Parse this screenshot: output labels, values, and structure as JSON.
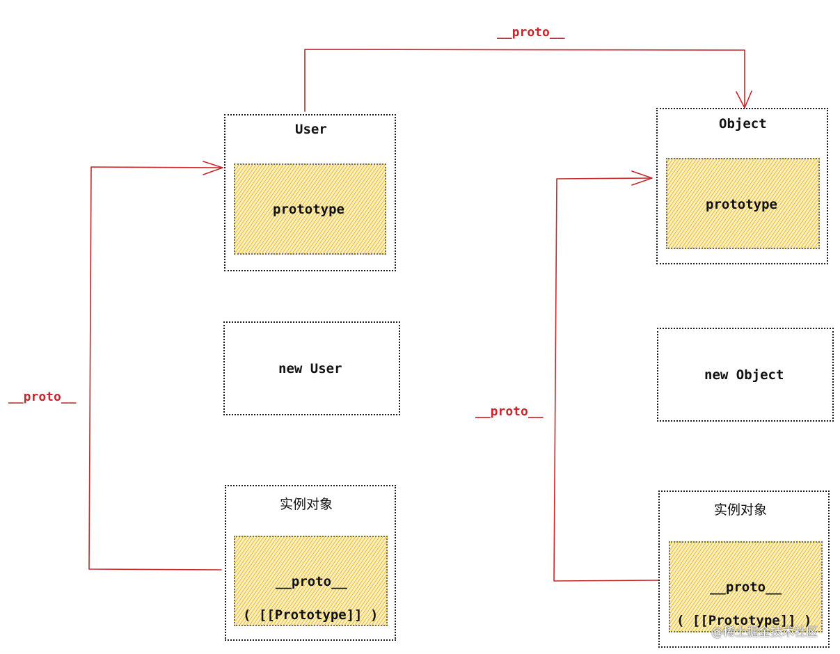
{
  "colors": {
    "arrow": "#c8262a",
    "hatch": "#ecba28",
    "border": "#1a1a1a"
  },
  "left": {
    "constructor_title": "User",
    "prototype_label": "prototype",
    "instance_new_label": "new User",
    "instance_title": "实例对象",
    "proto_slot": "__proto__",
    "proto_slot_detail": "( [[Prototype]] )"
  },
  "right": {
    "constructor_title": "Object",
    "prototype_label": "prototype",
    "instance_new_label": "new Object",
    "instance_title": "实例对象",
    "proto_slot": "__proto__",
    "proto_slot_detail": "( [[Prototype]] )"
  },
  "arrows": {
    "top_label": "__proto__",
    "left_label": "__proto__",
    "middle_label": "__proto__"
  },
  "watermark": "@稀土掘金技术社区"
}
